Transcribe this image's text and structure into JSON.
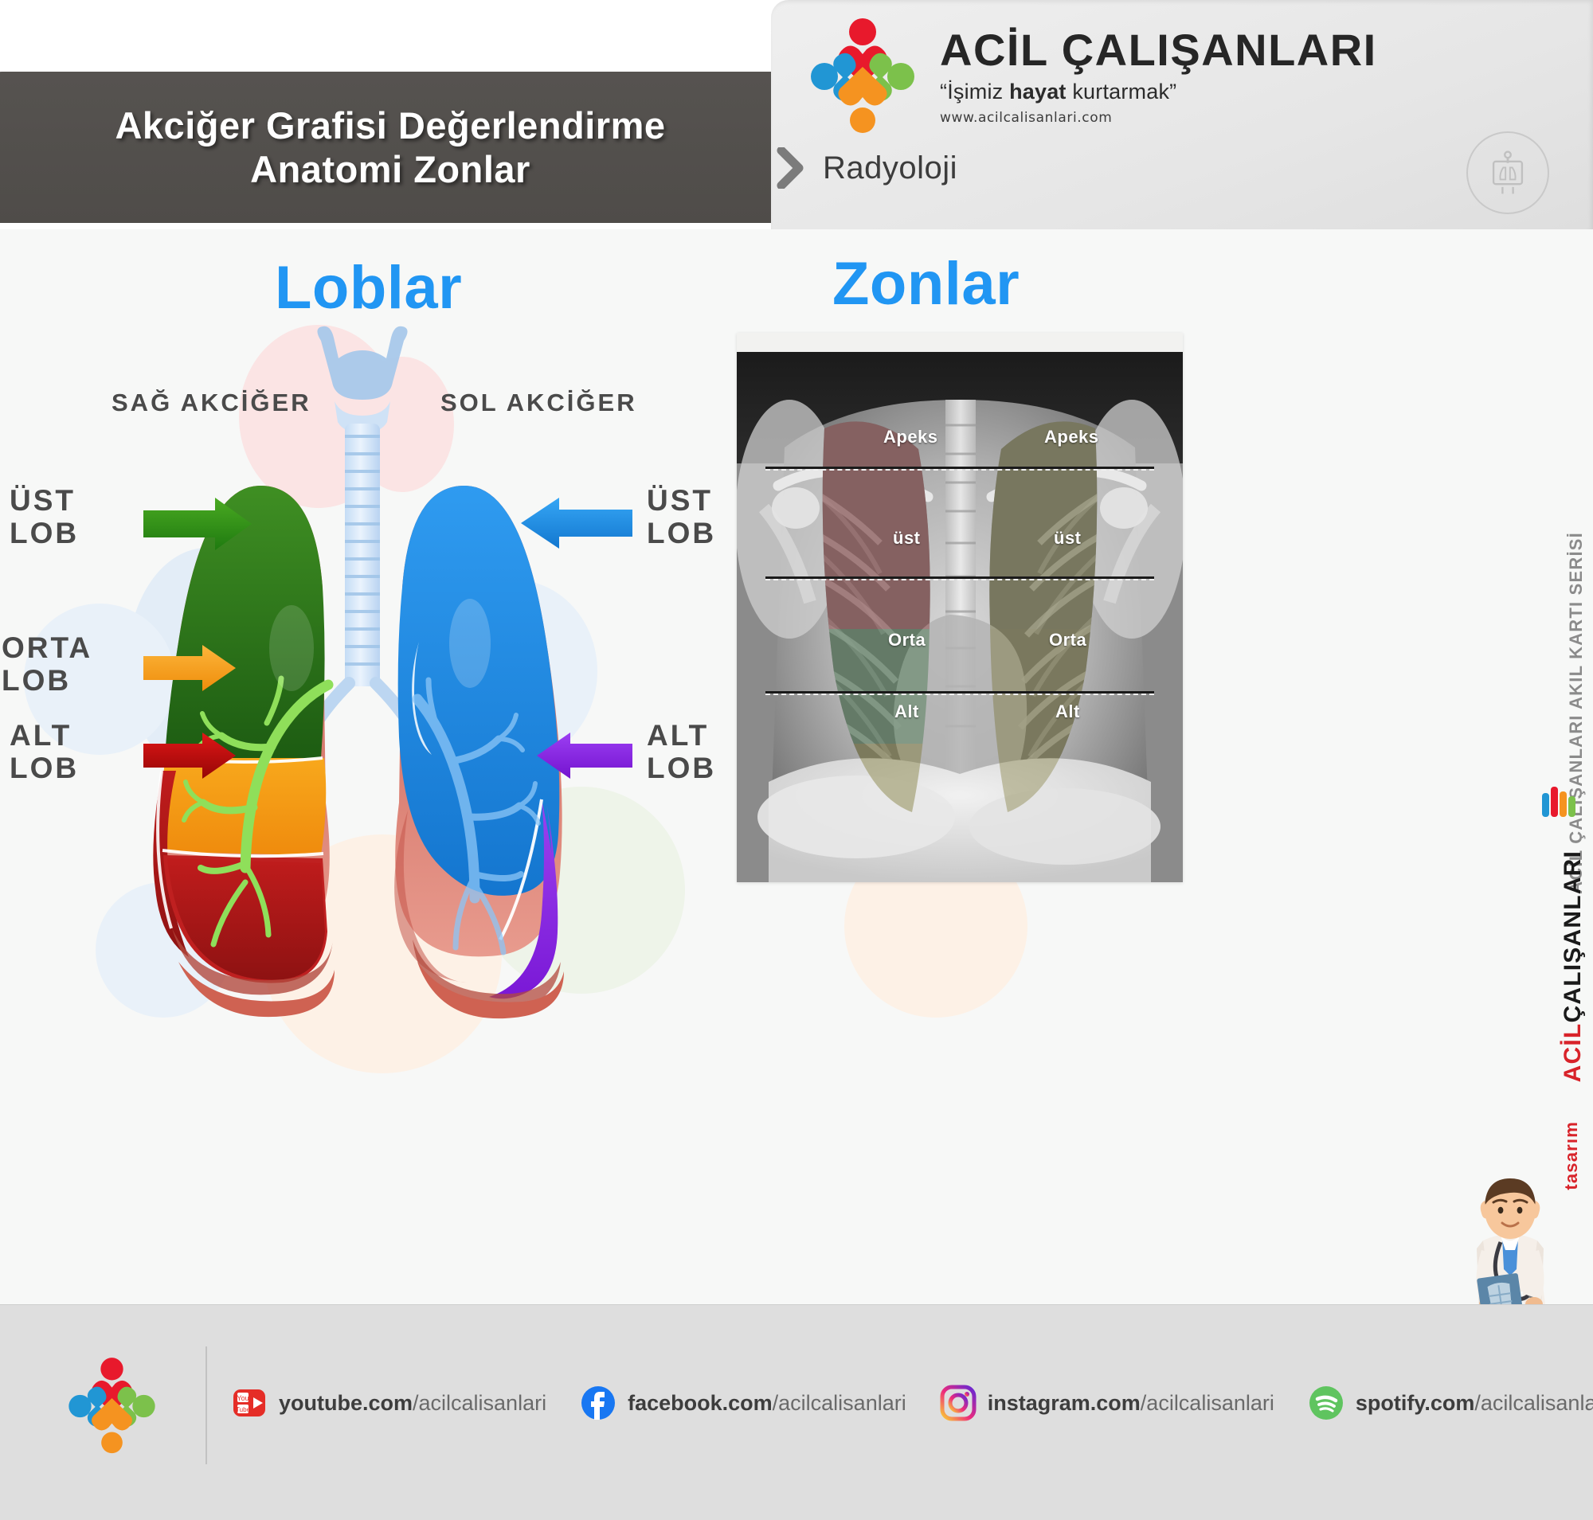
{
  "header": {
    "title_line1": "Akciğer Grafisi Değerlendirme",
    "title_line2": "Anatomi Zonlar",
    "brand_name": "ACİL ÇALIŞANLARI",
    "brand_slogan_open": "“İşimiz ",
    "brand_slogan_bold": "hayat",
    "brand_slogan_close": " kurtarmak”",
    "brand_url": "www.acilcalisanlari.com",
    "category": "Radyoloji",
    "chevron_icon": "chevron-right-icon",
    "badge_icon": "radiology-lung-icon"
  },
  "sections": {
    "left_title": "Loblar",
    "right_title": "Zonlar"
  },
  "lobes": {
    "right_lung_label": "SAĞ AKCİĞER",
    "left_lung_label": "SOL AKCİĞER",
    "right_side": [
      {
        "label_line1": "ÜST",
        "label_line2": "LOB",
        "color": "#2f9e1e"
      },
      {
        "label_line1": "ORTA",
        "label_line2": "LOB",
        "color": "#f5a623"
      },
      {
        "label_line1": "ALT",
        "label_line2": "LOB",
        "color": "#cc0000"
      }
    ],
    "left_side": [
      {
        "label_line1": "ÜST",
        "label_line2": "LOB",
        "color": "#2196f3"
      },
      {
        "label_line1": "ALT",
        "label_line2": "LOB",
        "color": "#8e2fe0"
      }
    ]
  },
  "zones": {
    "right_column": [
      {
        "name": "Apeks",
        "color": "#a05a5a"
      },
      {
        "name": "üst",
        "color": "#a05a5a"
      },
      {
        "name": "Orta",
        "color": "#5f8a66"
      },
      {
        "name": "Alt",
        "color": "#8d8a50"
      }
    ],
    "left_column": [
      {
        "name": "Apeks",
        "color": "#8d8a50"
      },
      {
        "name": "üst",
        "color": "#8d8a50"
      },
      {
        "name": "Orta",
        "color": "#8d8a50"
      },
      {
        "name": "Alt",
        "color": "#8d8a50"
      }
    ]
  },
  "side": {
    "series_text": "ACİL ÇALIŞANLARI AKIL KARTI SERİSİ",
    "brand_acil": "ACİL",
    "brand_calisanlari": "ÇALIŞANLARI",
    "tasarim": "tasarım"
  },
  "footer": {
    "logo_icon": "acil-calisanlari-logo",
    "socials": [
      {
        "icon": "youtube-icon",
        "domain": "youtube.com",
        "handle": "/acilcalisanlari"
      },
      {
        "icon": "facebook-icon",
        "domain": "facebook.com",
        "handle": "/acilcalisanlari"
      },
      {
        "icon": "instagram-icon",
        "domain": "instagram.com",
        "handle": "/acilcalisanlari"
      },
      {
        "icon": "spotify-icon",
        "domain": "spotify.com",
        "handle": "/acilcalisanlari"
      }
    ]
  },
  "colors": {
    "accent_blue": "#2196f3",
    "title_plate": "#544f4c",
    "brand_red": "#d8232a",
    "footer_bg": "#dedede"
  }
}
